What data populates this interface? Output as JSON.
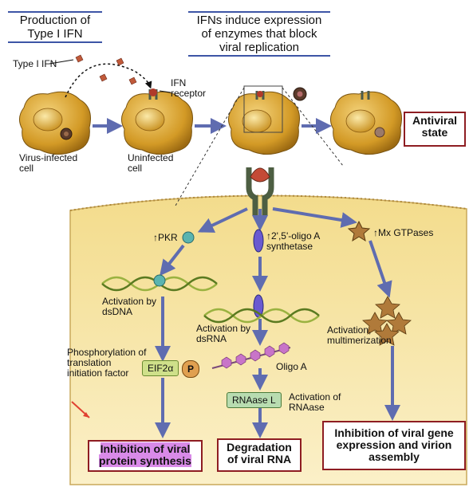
{
  "headers": {
    "production": "Production of Type I IFN",
    "induce": "IFNs induce expression of enzymes that block viral replication"
  },
  "labels": {
    "type1_ifn": "Type I IFN",
    "ifn_receptor": "IFN receptor",
    "virus_infected_cell": "Virus-infected cell",
    "uninfected_cell": "Uninfected cell",
    "pkr": "PKR",
    "oligo_a_synthetase": "2',5'-oligo A synthetase",
    "mx_gtpases": "Mx GTPases",
    "activation_dsdna": "Activation by dsDNA",
    "activation_dsrna": "Activation by dsRNA",
    "phosphorylation": "Phosphorylation of translation initiation factor",
    "eif2a": "EIF2α",
    "p_symbol": "P",
    "oligo_a": "Oligo A",
    "rnaase_l": "RNAase L",
    "activation_rnaase": "Activation of RNAase",
    "activation_multimerization": "Activation, multimerization"
  },
  "outcomes": {
    "antiviral_state": "Antiviral state",
    "inhibition_protein": "Inhibition of viral protein synthesis",
    "degradation_rna": "Degradation of viral RNA",
    "inhibition_gene": "Inhibition of viral gene expression and virion assembly"
  },
  "colors": {
    "header_line": "#3d55a6",
    "outcome_border": "#8e1d22",
    "highlight": "#d98ae8",
    "cell_fill": "#d9a02a",
    "arrow": "#6c78b8",
    "cytoplasm": "#f7e6a4"
  }
}
